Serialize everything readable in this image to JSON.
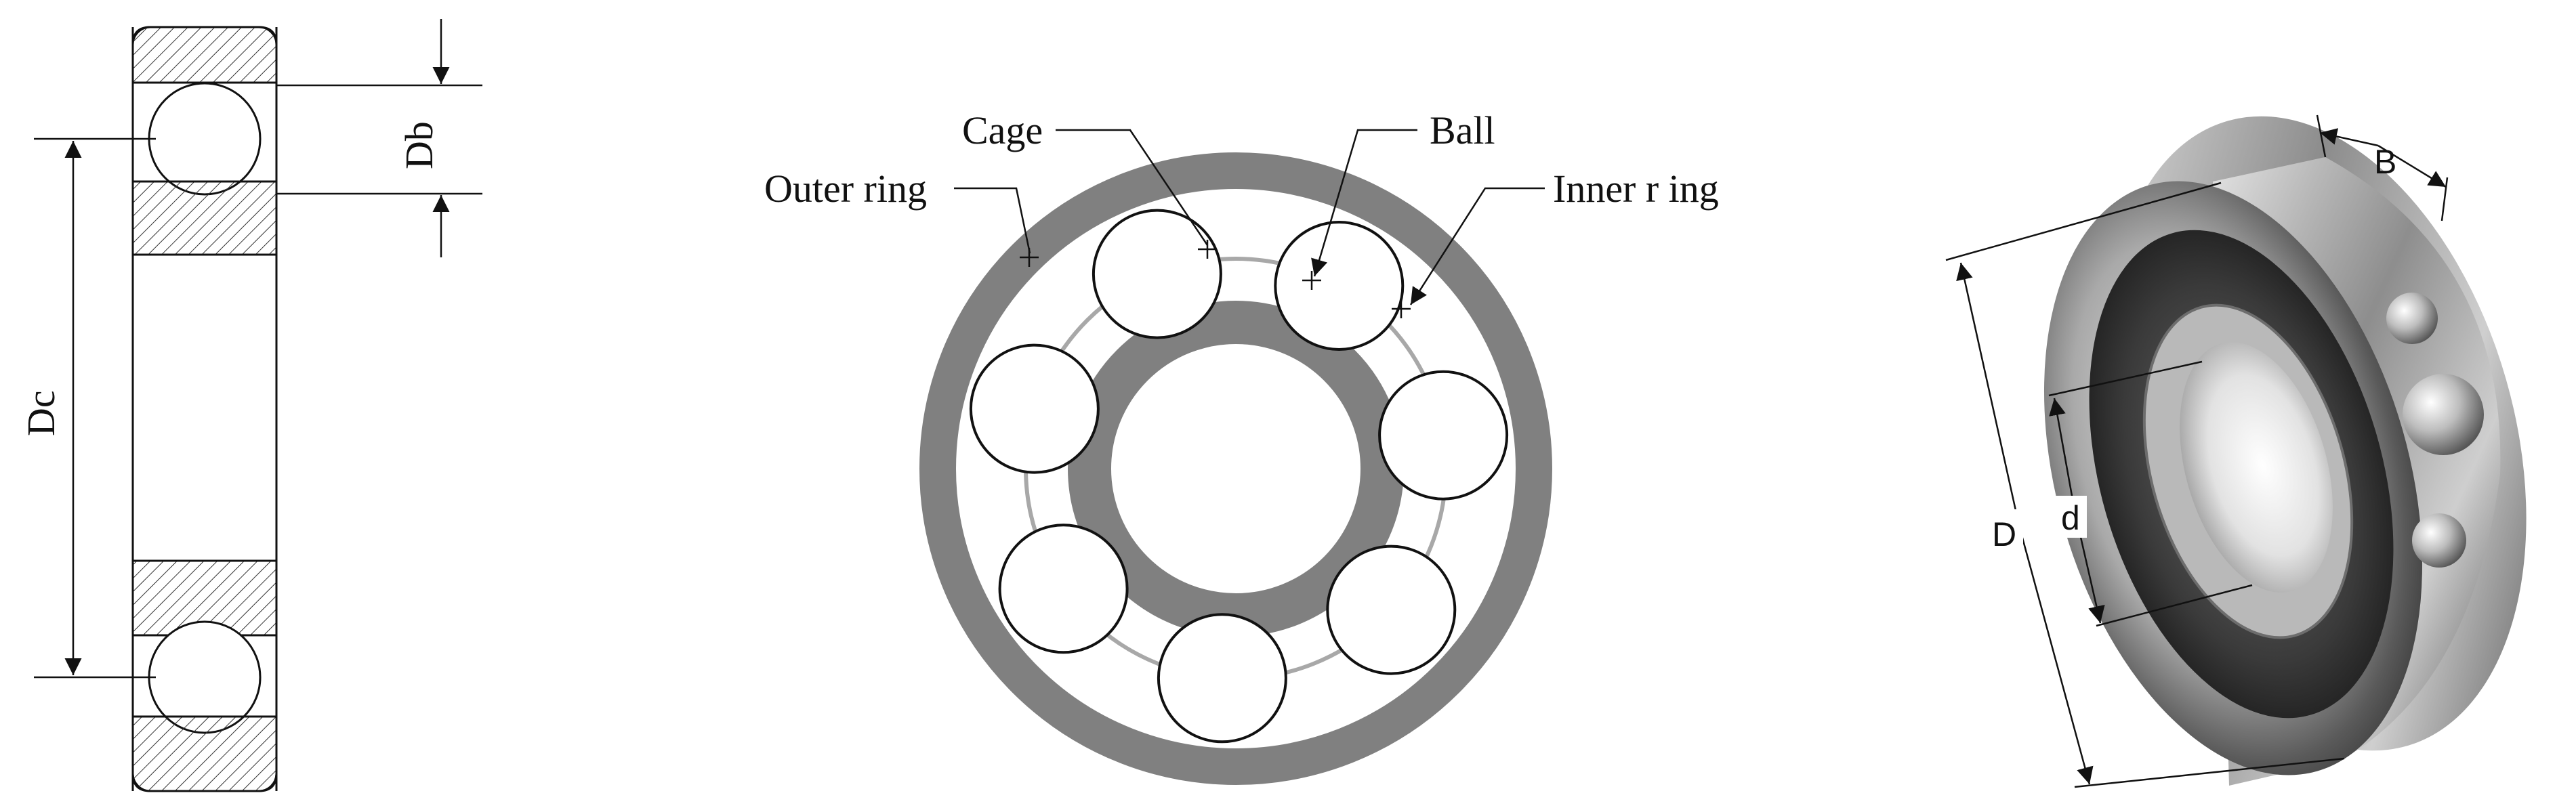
{
  "section_view": {
    "labels": {
      "db": "Db",
      "dc": "Dc"
    }
  },
  "front_view": {
    "labels": {
      "cage": "Cage",
      "ball": "Ball",
      "outer_ring": "Outer ring",
      "inner_ring": "Inner r ing"
    }
  },
  "render_view": {
    "labels": {
      "b": "B",
      "d_outer": "D",
      "d_inner": "d"
    }
  },
  "colors": {
    "ring_gray": "#808080",
    "cage_gray": "#a8a8a8",
    "line": "#111111",
    "hatch": "#333333"
  }
}
